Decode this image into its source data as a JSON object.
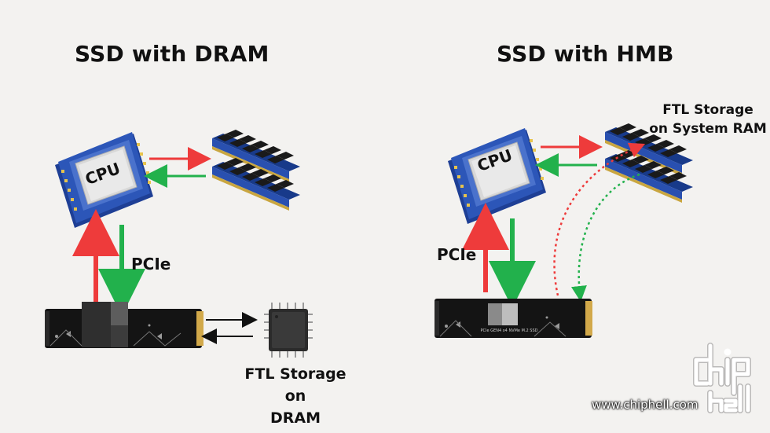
{
  "left": {
    "title": "SSD with DRAM",
    "cpu_label": "CPU",
    "bus_label": "PCIe",
    "storage_label_line1": "FTL Storage on",
    "storage_label_line2": "DRAM"
  },
  "right": {
    "title": "SSD with HMB",
    "cpu_label": "CPU",
    "bus_label": "PCIe",
    "storage_label_line1": "FTL Storage",
    "storage_label_line2": "on System RAM",
    "ssd_print": "PCIe GEN4 x4 NVMe M.2 SSD"
  },
  "watermark": {
    "url": "www.chiphell.com",
    "logo_text": "chip hell"
  },
  "colors": {
    "request_arrow": "#ee3b3b",
    "response_arrow": "#22b14c",
    "dram_arrow": "#111111",
    "cpu_blue": "#2c56b8",
    "ram_blue": "#2950b0"
  }
}
